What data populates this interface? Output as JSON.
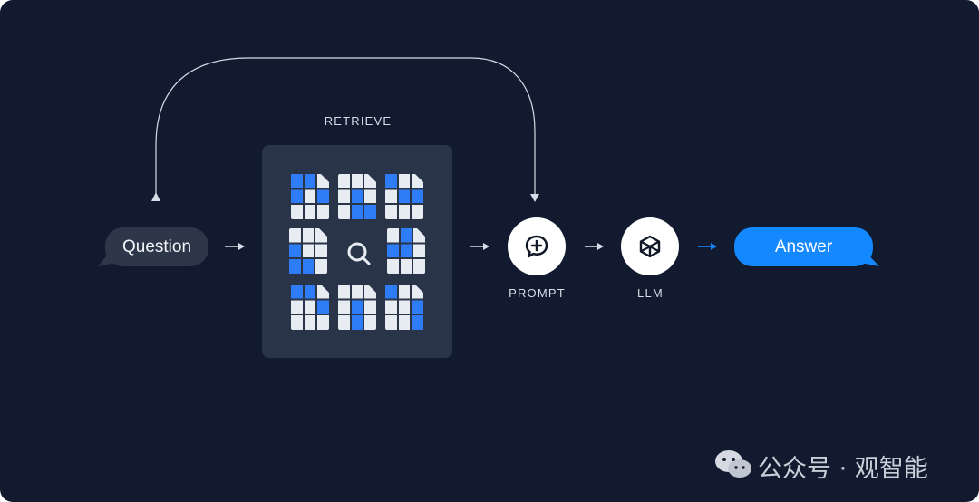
{
  "diagram": {
    "retrieve_label": "RETRIEVE",
    "question_label": "Question",
    "prompt_label": "PROMPT",
    "llm_label": "LLM",
    "answer_label": "Answer"
  },
  "watermark": {
    "text": "公众号 · 观智能"
  },
  "colors": {
    "background": "#111a2e",
    "panel": "#2a3448",
    "accent_blue": "#1388ff",
    "grid_blue": "#2f7df6",
    "grid_light": "#e7ecf3"
  },
  "icons": {
    "prompt": "chat-plus-icon",
    "llm": "cube-icon",
    "retrieve_search": "search-icon",
    "brand": "wechat-icon"
  }
}
